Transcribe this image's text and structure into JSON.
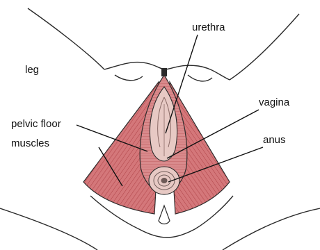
{
  "labels": {
    "leg": "leg",
    "urethra": "urethra",
    "vagina": "vagina",
    "anus": "anus",
    "pelvic_floor_line1": "pelvic floor",
    "pelvic_floor_line2": "muscles"
  },
  "colors": {
    "muscle_fill": "#d4777a",
    "muscle_fiber": "#a7383d",
    "outline": "#2b2b2b",
    "tissue": "#e7c9c4",
    "background": "#ffffff"
  }
}
